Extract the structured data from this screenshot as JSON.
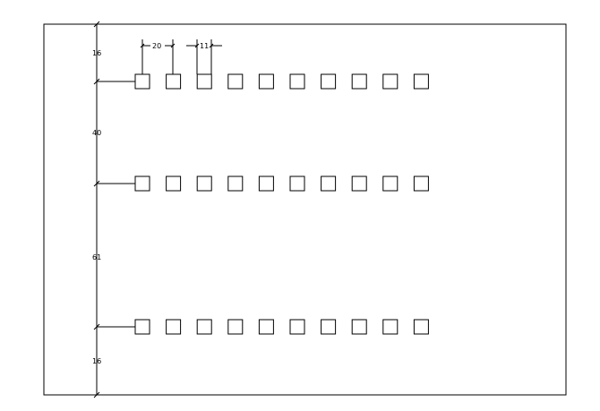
{
  "diagram": {
    "dimensions": {
      "top_margin": "16",
      "row1_to_row2": "40",
      "row2_to_row3": "61",
      "bottom_margin": "16",
      "pad_pitch": "20",
      "pad_width": "11"
    },
    "pads_per_row": 10,
    "row_count": 3
  }
}
